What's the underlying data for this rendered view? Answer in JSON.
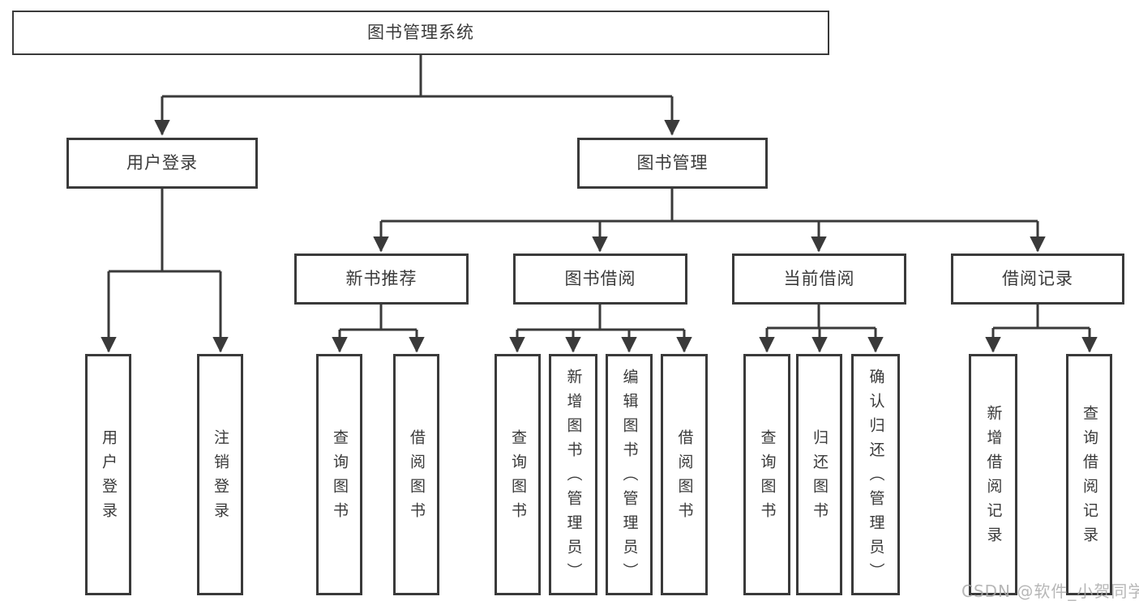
{
  "diagram": {
    "type": "hierarchy-tree",
    "orientation": "top-down",
    "tree": {
      "root": {
        "label": "图书管理系统",
        "children": [
          {
            "label": "用户登录",
            "children": [
              {
                "label": "用户登录"
              },
              {
                "label": "注销登录"
              }
            ]
          },
          {
            "label": "图书管理",
            "children": [
              {
                "label": "新书推荐",
                "children": [
                  {
                    "label": "查询图书"
                  },
                  {
                    "label": "借阅图书"
                  }
                ]
              },
              {
                "label": "图书借阅",
                "children": [
                  {
                    "label": "查询图书"
                  },
                  {
                    "label": "新增图书（管理员）"
                  },
                  {
                    "label": "编辑图书（管理员）"
                  },
                  {
                    "label": "借阅图书"
                  }
                ]
              },
              {
                "label": "当前借阅",
                "children": [
                  {
                    "label": "查询图书"
                  },
                  {
                    "label": "归还图书"
                  },
                  {
                    "label": "确认归还（管理员）"
                  }
                ]
              },
              {
                "label": "借阅记录",
                "children": [
                  {
                    "label": "新增借阅记录"
                  },
                  {
                    "label": "查询借阅记录"
                  }
                ]
              }
            ]
          }
        ]
      }
    },
    "colors": {
      "line": "#3a3a3a",
      "border": "#3a3a3a",
      "text": "#3a3a3a",
      "background": "#ffffff",
      "watermark": "#aaaaaa"
    }
  },
  "watermark": {
    "text": "CSDN @软件_小贺同学"
  }
}
